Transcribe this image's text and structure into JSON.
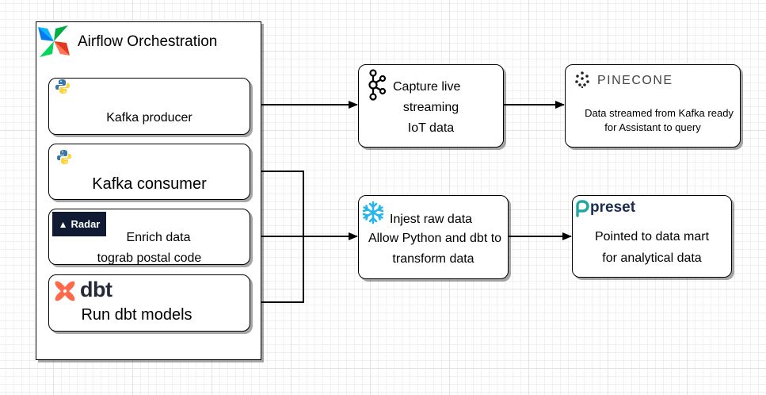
{
  "orchestration": {
    "title": "Airflow Orchestration",
    "tasks": [
      {
        "label": "Kafka producer",
        "icon": "python-icon"
      },
      {
        "label": "Kafka consumer",
        "icon": "python-icon"
      },
      {
        "label_line1": "Enrich data",
        "label_line2": "tograb postal code",
        "icon": "radar-logo",
        "logo_text": "Radar"
      },
      {
        "label": "Run dbt models",
        "icon": "dbt-logo",
        "logo_text": "dbt"
      }
    ]
  },
  "stages": {
    "capture": {
      "line1": "Capture live",
      "line2": "streaming",
      "line3": "IoT data",
      "icon": "kafka-icon"
    },
    "ingest": {
      "line1": "Injest raw data",
      "line2": "Allow Python and dbt to",
      "line3": "transform data",
      "icon": "snowflake-icon"
    }
  },
  "destinations": {
    "pinecone": {
      "logo_text": "PINECONE",
      "line1": "Data streamed from Kafka ready",
      "line2": "for Assistant to query",
      "icon": "pinecone-icon"
    },
    "preset": {
      "logo_text": "preset",
      "line1": "Pointed to data mart",
      "line2": "for analytical data",
      "icon": "preset-icon"
    }
  },
  "colors": {
    "border": "#000000",
    "python_blue": "#3776ab",
    "python_yellow": "#ffd43b",
    "dbt_orange": "#ff694b",
    "radar_bg": "#111a33",
    "snowflake_blue": "#29b5e8",
    "preset_green": "#20a7a0"
  }
}
